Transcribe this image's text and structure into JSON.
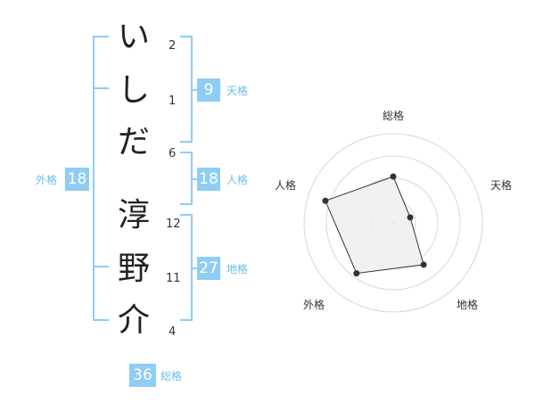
{
  "name": {
    "characters": [
      "い",
      "し",
      "だ",
      "淳",
      "野",
      "介"
    ],
    "strokes": [
      "2",
      "1",
      "6",
      "12",
      "11",
      "4"
    ]
  },
  "fortunes": {
    "tenkaku": {
      "value": "9",
      "label": "天格"
    },
    "jinkaku": {
      "value": "18",
      "label": "人格"
    },
    "chikaku": {
      "value": "27",
      "label": "地格"
    },
    "gaikaku": {
      "value": "18",
      "label": "外格"
    },
    "soukaku": {
      "value": "36",
      "label": "総格"
    }
  },
  "chart_data": {
    "type": "radar",
    "axes": [
      "総格",
      "天格",
      "地格",
      "外格",
      "人格"
    ],
    "values": [
      0.52,
      0.2,
      0.58,
      0.7,
      0.8
    ],
    "range": [
      0,
      1
    ],
    "rings": 4,
    "colors": {
      "fill": "#efefef",
      "line": "#333333",
      "grid": "#d8d8d8",
      "accent": "#8fcdf4"
    }
  }
}
